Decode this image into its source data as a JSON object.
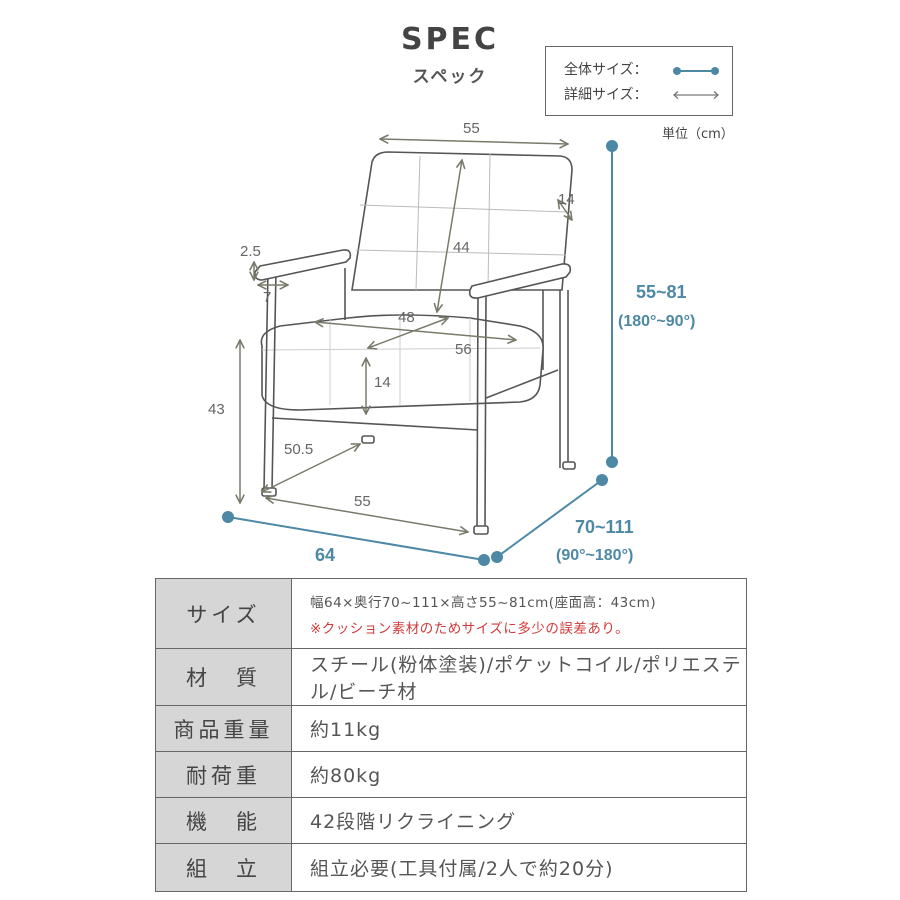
{
  "header": {
    "title": "SPEC",
    "subtitle": "スペック"
  },
  "legend": {
    "overall": "全体サイズ：",
    "detail": "詳細サイズ："
  },
  "unit": "単位（cm）",
  "colors": {
    "overall_line": "#4d88a5",
    "detail_line": "#7a7a6a",
    "header_cell": "#d6d6d6",
    "warning": "#d23a3a"
  },
  "dimensions": {
    "back_width": "55",
    "back_thickness": "14",
    "back_height": "44",
    "armrest_thickness": "2.5",
    "armrest_width": "7",
    "seat_width": "48",
    "seat_depth": "56",
    "cushion_thickness": "14",
    "seat_height": "43",
    "leg_span_depth": "50.5",
    "leg_span_width": "55",
    "total_width": "64",
    "total_height": "55~81",
    "total_height_angle": "(180°~90°)",
    "total_depth": "70~111",
    "total_depth_angle": "(90°~180°)"
  },
  "spec_table": [
    {
      "label": "サイズ",
      "value": "幅64×奥行70~111×高さ55~81cm(座面高：43cm)",
      "note": "※クッション素材のためサイズに多少の誤差あり。"
    },
    {
      "label": "材　質",
      "value": "スチール(粉体塗装)/ポケットコイル/ポリエステル/ビーチ材"
    },
    {
      "label": "商品重量",
      "value": "約11kg"
    },
    {
      "label": "耐荷重",
      "value": "約80kg"
    },
    {
      "label": "機　能",
      "value": "42段階リクライニング"
    },
    {
      "label": "組　立",
      "value": "組立必要(工具付属/2人で約20分)"
    }
  ]
}
